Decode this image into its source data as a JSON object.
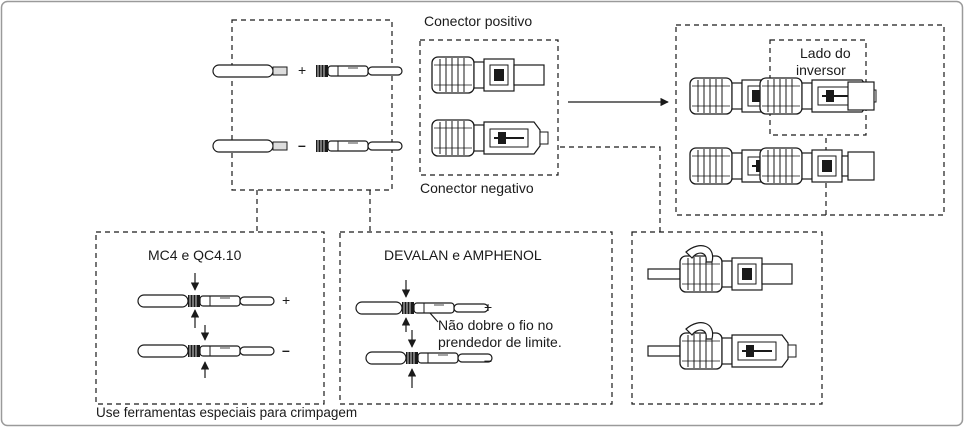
{
  "labels": {
    "positive_connector": "Conector positivo",
    "negative_connector": "Conector negativo",
    "inverter_side_line1": "Lado do",
    "inverter_side_line2": "inversor",
    "mc4_title": "MC4 e QC4.10",
    "devalan_title": "DEVALAN e AMPHENOL",
    "no_bend_line1": "Não dobre o fio no",
    "no_bend_line2": "prendedor de limite.",
    "crimp_tools": "Use ferramentas especiais para crimpagem",
    "plus": "+",
    "minus": "–"
  },
  "colors": {
    "line": "#1a1a1a",
    "frame": "#9a9a9a",
    "background": "#ffffff"
  },
  "icons": [
    "wire-icon",
    "crimp-pin-icon",
    "male-connector-icon",
    "female-connector-icon",
    "arrow-right-icon",
    "crimp-arrow-icon",
    "locking-clip-icon"
  ]
}
